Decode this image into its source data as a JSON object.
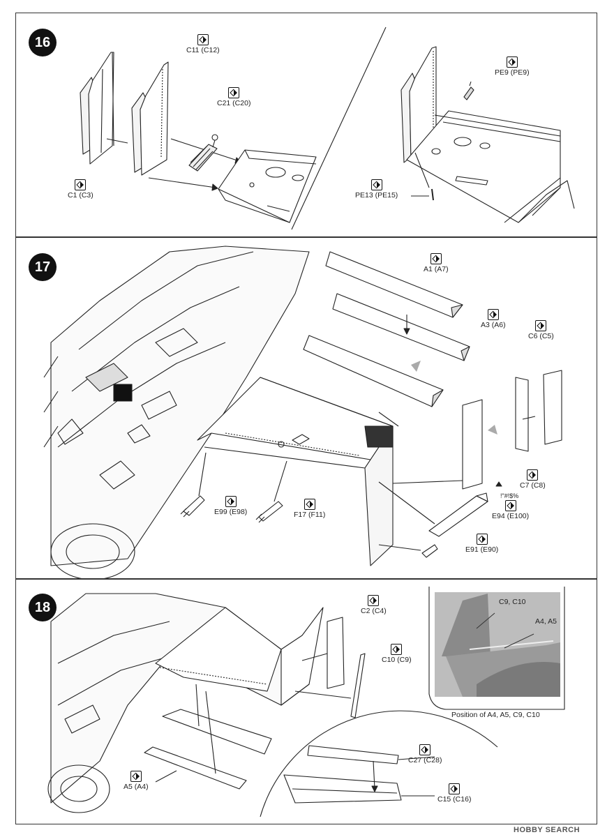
{
  "icons": {
    "part": "part-diamond-icon"
  },
  "colors": {
    "ink": "#222222",
    "photo": "#9a9a9a"
  },
  "step16": {
    "number": "16",
    "labels": {
      "c11": "C11 (C12)",
      "c21": "C21 (C20)",
      "c1": "C1 (C3)",
      "pe9": "PE9 (PE9)",
      "pe13": "PE13 (PE15)"
    }
  },
  "step17": {
    "number": "17",
    "labels": {
      "a1": "A1 (A7)",
      "a3": "A3 (A6)",
      "c6": "C6 (C5)",
      "c7": "C7 (C8)",
      "note": "!\"#!$%",
      "e99": "E99 (E98)",
      "f17": "F17 (F11)",
      "e94": "E94 (E100)",
      "e91": "E91 (E90)"
    }
  },
  "step18": {
    "number": "18",
    "labels": {
      "c2": "C2 (C4)",
      "c10": "C10 (C9)",
      "a5": "A5 (A4)",
      "c27": "C27 (C28)",
      "c15": "C15 (C16)"
    },
    "inset": {
      "label_c9": "C9, C10",
      "label_a4": "A4, A5",
      "caption": "Position of A4, A5, C9, C10"
    }
  },
  "brand": "HOBBY SEARCH"
}
